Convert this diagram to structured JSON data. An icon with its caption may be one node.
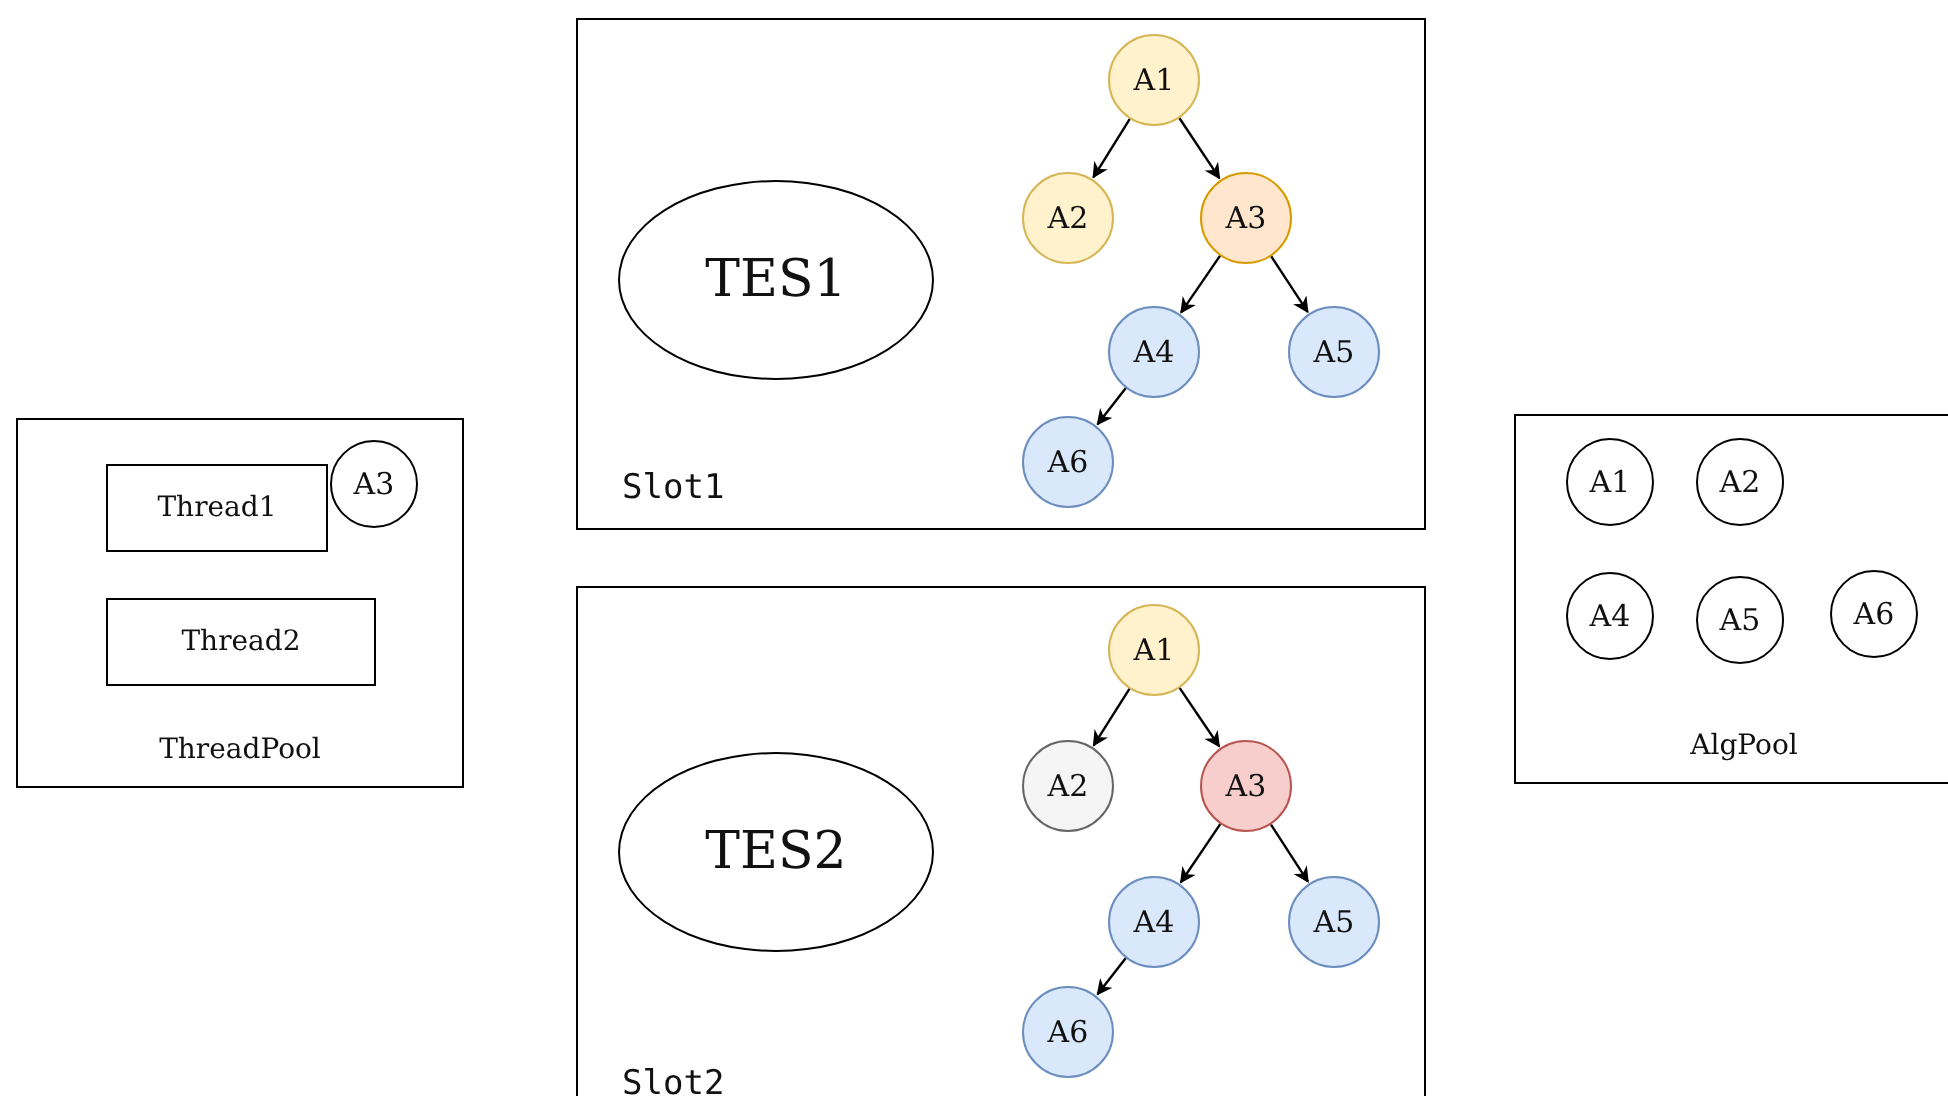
{
  "diagram": {
    "nodes": [
      {
        "text": [
          "ThreadPool"
        ]
      },
      {
        "text": [
          "Thread1"
        ],
        "in": 0
      },
      {
        "text": [
          "Thread2"
        ],
        "in": 0
      },
      {
        "text": [
          "A3"
        ],
        "in": 0
      },
      {
        "text": [
          "Slot1"
        ]
      },
      {
        "text": [
          "TES1"
        ],
        "in": 4
      },
      {
        "text": [
          "A1"
        ],
        "in": 4
      },
      {
        "text": [
          "A2"
        ],
        "in": 4
      },
      {
        "text": [
          "A3"
        ],
        "in": 4
      },
      {
        "text": [
          "A4"
        ],
        "in": 4
      },
      {
        "text": [
          "A5"
        ],
        "in": 4
      },
      {
        "text": [
          "A6"
        ],
        "in": 4
      },
      {
        "text": [
          "Slot2"
        ]
      },
      {
        "text": [
          "TES2"
        ],
        "in": 12
      },
      {
        "text": [
          "A1"
        ],
        "in": 12
      },
      {
        "text": [
          "A2"
        ],
        "in": 12
      },
      {
        "text": [
          "A3"
        ],
        "in": 12
      },
      {
        "text": [
          "A4"
        ],
        "in": 12
      },
      {
        "text": [
          "A5"
        ],
        "in": 12
      },
      {
        "text": [
          "A6"
        ],
        "in": 12
      },
      {
        "text": [
          "AlgPool"
        ]
      },
      {
        "text": [
          "A1"
        ],
        "in": 20
      },
      {
        "text": [
          "A2"
        ],
        "in": 20
      },
      {
        "text": [
          "A4"
        ],
        "in": 20
      },
      {
        "text": [
          "A5"
        ],
        "in": 20
      },
      {
        "text": [
          "A6"
        ],
        "in": 20
      }
    ],
    "edges": [
      {
        "from": 6,
        "to": 7,
        "arrow": "to"
      },
      {
        "from": 6,
        "to": 8,
        "arrow": "to"
      },
      {
        "from": 8,
        "to": 9,
        "arrow": "to"
      },
      {
        "from": 8,
        "to": 10,
        "arrow": "to"
      },
      {
        "from": 9,
        "to": 11,
        "arrow": "to"
      },
      {
        "from": 14,
        "to": 15,
        "arrow": "to"
      },
      {
        "from": 14,
        "to": 16,
        "arrow": "to"
      },
      {
        "from": 16,
        "to": 17,
        "arrow": "to"
      },
      {
        "from": 16,
        "to": 18,
        "arrow": "to"
      },
      {
        "from": 17,
        "to": 19,
        "arrow": "to"
      }
    ]
  }
}
